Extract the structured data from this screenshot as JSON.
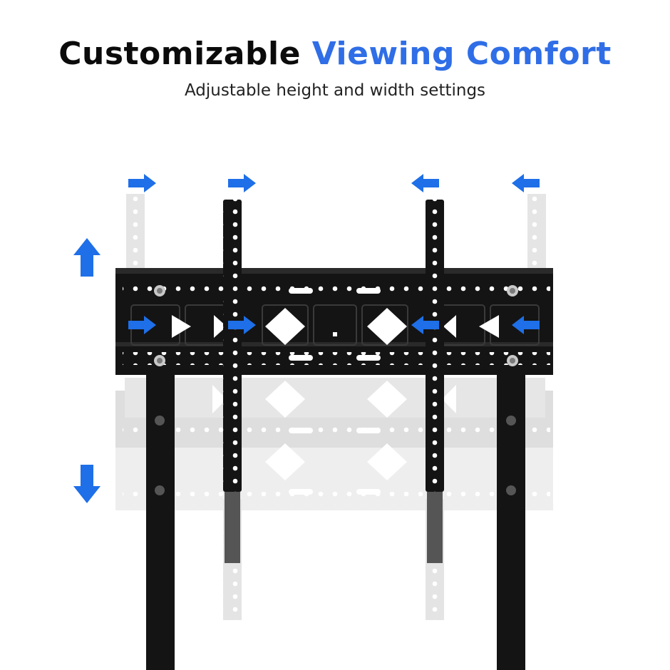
{
  "heading": {
    "main": "Customizable",
    "accent": "Viewing Comfort"
  },
  "subheading": "Adjustable height and width settings",
  "colors": {
    "accent": "#2f6ee6",
    "arrow": "#1e6fe8",
    "metal": "#141414"
  },
  "icons": [
    "arrow-up-icon",
    "arrow-down-icon",
    "arrow-right-icon",
    "arrow-left-icon"
  ]
}
